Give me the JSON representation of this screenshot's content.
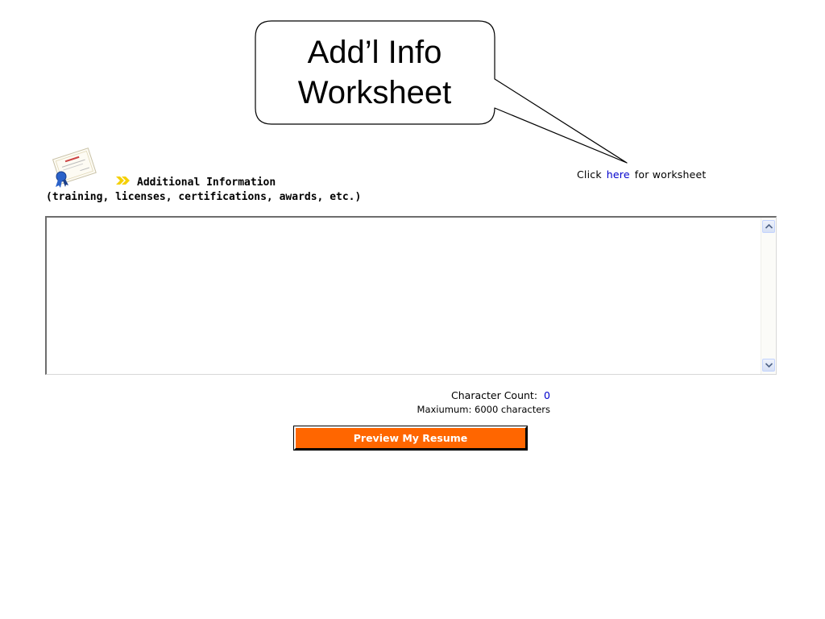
{
  "callout": {
    "line1": "Add’l Info",
    "line2": "Worksheet"
  },
  "section": {
    "title": "Additional Information",
    "subtitle": "(training, licenses, certifications, awards, etc.)"
  },
  "worksheet": {
    "prefix": "Click",
    "link_label": "here",
    "suffix": "for worksheet"
  },
  "textarea": {
    "value": ""
  },
  "counts": {
    "char_count_label": "Character Count:",
    "char_count_value": "0",
    "max_label": "Maxiumum: 6000 characters"
  },
  "button": {
    "preview_label": "Preview My Resume"
  },
  "colors": {
    "button_bg": "#ff6600",
    "link": "#0000cc",
    "arrow": "#f5d000"
  },
  "icons": {
    "certificate": "certificate-icon",
    "arrow": "double-chevron-right-icon",
    "scroll_up": "scroll-up-arrow-icon",
    "scroll_down": "scroll-down-arrow-icon"
  }
}
